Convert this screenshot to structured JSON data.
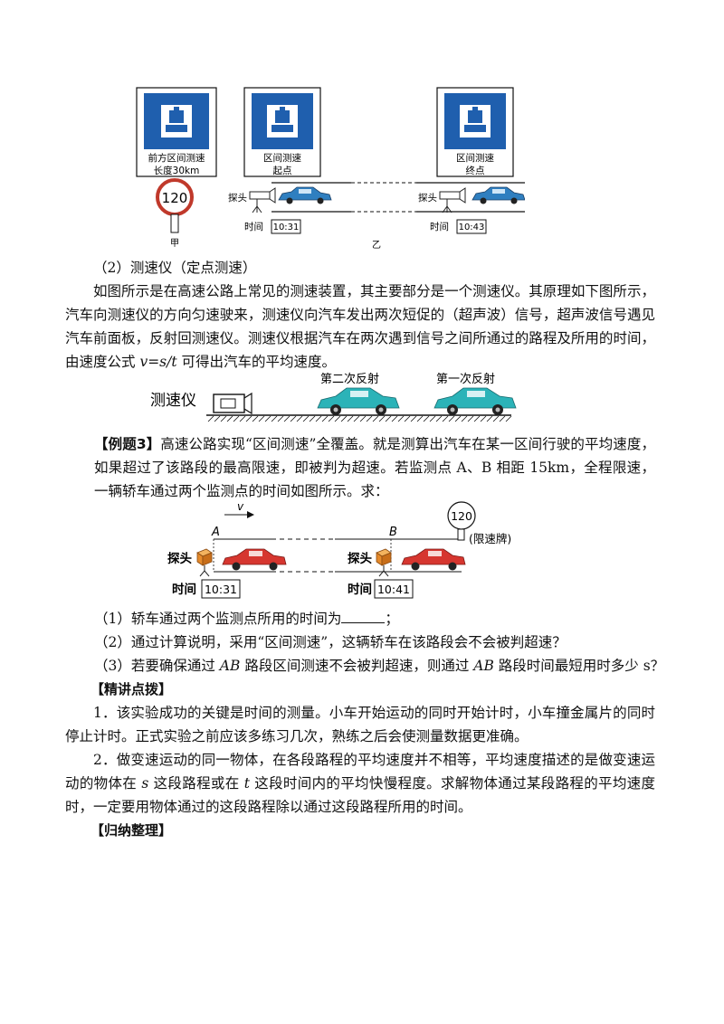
{
  "figure1": {
    "sign_jia_line1": "前方区间测速",
    "sign_jia_line2": "长度30km",
    "speed_limit": "120",
    "label_jia": "甲",
    "sign_start_line1": "区间测速",
    "sign_start_line2": "起点",
    "sign_end_line1": "区间测速",
    "sign_end_line2": "终点",
    "probe_label": "探头",
    "time_label": "时间",
    "time_start": "10:31",
    "time_end": "10:43",
    "label_yi": "乙"
  },
  "section2": {
    "heading": "（2）测速仪（定点测速）",
    "para_a": "如图所示是在高速公路上常见的测速装置，其主要部分是一个测速仪。其原理如下图所示，汽车向测速仪的方向匀速驶来，测速仪向汽车发出两次短促的（超声波）信号，超声波信号遇见汽车前面板，反射回测速仪。测速仪根据汽车在两次遇到信号之间所通过的路程及所用的时间，由速度公式 ",
    "formula": "v=s/t",
    "para_b": " 可得出汽车的平均速度。"
  },
  "figure2": {
    "device_label": "测速仪",
    "second_reflection": "第二次反射",
    "first_reflection": "第一次反射"
  },
  "example3": {
    "tag": "【例题3】",
    "text": "高速公路实现“区间测速”全覆盖。就是测算出汽车在某一区间行驶的平均速度，如果超过了该路段的最高限速，即被判为超速。若监测点 A、B 相距 15km，全程限速，一辆轿车通过两个监测点的时间如图所示。求："
  },
  "figure3": {
    "v_label": "v",
    "point_a": "A",
    "point_b": "B",
    "speed_limit": "120",
    "limit_sign_label": "(限速牌)",
    "probe_label": "探头",
    "time_label": "时间",
    "time_a": "10:31",
    "time_b": "10:41"
  },
  "questions": {
    "q1_a": "（1）轿车通过两个监测点所用的时间为",
    "q1_b": "；",
    "q2": "（2）通过计算说明，采用“区间测速”，这辆轿车在该路段会不会被判超速？",
    "q3_a": "（3）若要确保通过 ",
    "q3_ab1": "AB",
    "q3_b": " 路段区间测速不会被判超速，则通过 ",
    "q3_ab2": "AB",
    "q3_c": " 路段时间最短用时多少 s？"
  },
  "guide": {
    "heading": "【精讲点拨】",
    "p1": "1．该实验成功的关键是时间的测量。小车开始运动的同时开始计时，小车撞金属片的同时停止计时。正式实验之前应该多练习几次，熟练之后会使测量数据更准确。",
    "p2_a": "2．做变速运动的同一物体，在各段路程的平均速度并不相等，平均速度描述的是做变速运动的物体在 ",
    "p2_s": "s",
    "p2_b": " 这段路程或在 ",
    "p2_t": "t",
    "p2_c": " 这段时间内的平均快慢程度。求解物体通过某段路程的平均速度时，一定要用物体通过的这段路程除以通过这段路程所用的时间。"
  },
  "summary": {
    "heading": "【归纳整理】"
  },
  "colors": {
    "sign_blue": "#1f5fae",
    "car_blue": "#2f7fc0",
    "car_teal": "#2bb3b8",
    "car_red": "#d6362f",
    "probe_orange": "#e58a2b"
  }
}
